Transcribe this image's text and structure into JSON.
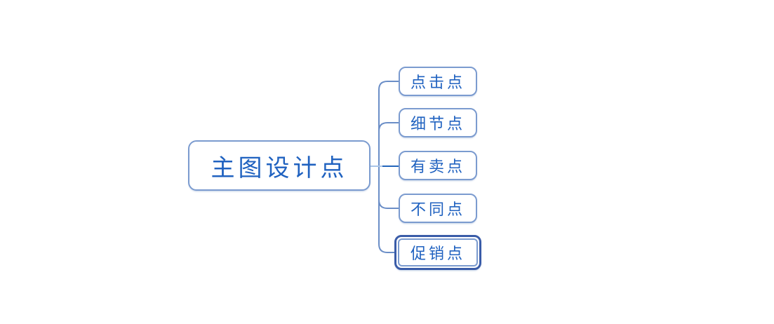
{
  "colors": {
    "node_border": "#7b9bcf",
    "connector": "#6b8ec7",
    "connector_light": "#a9c4e7",
    "connector_dark": "#2365bb",
    "selection_border": "#3a5ca8",
    "text_color": "#2062c0",
    "canvas_bg": "#ffffff"
  },
  "mindmap": {
    "root": {
      "label": "主图设计点"
    },
    "children": [
      {
        "label": "点击点",
        "selected": false
      },
      {
        "label": "细节点",
        "selected": false
      },
      {
        "label": "有卖点",
        "selected": false
      },
      {
        "label": "不同点",
        "selected": false
      },
      {
        "label": "促销点",
        "selected": true
      }
    ]
  }
}
